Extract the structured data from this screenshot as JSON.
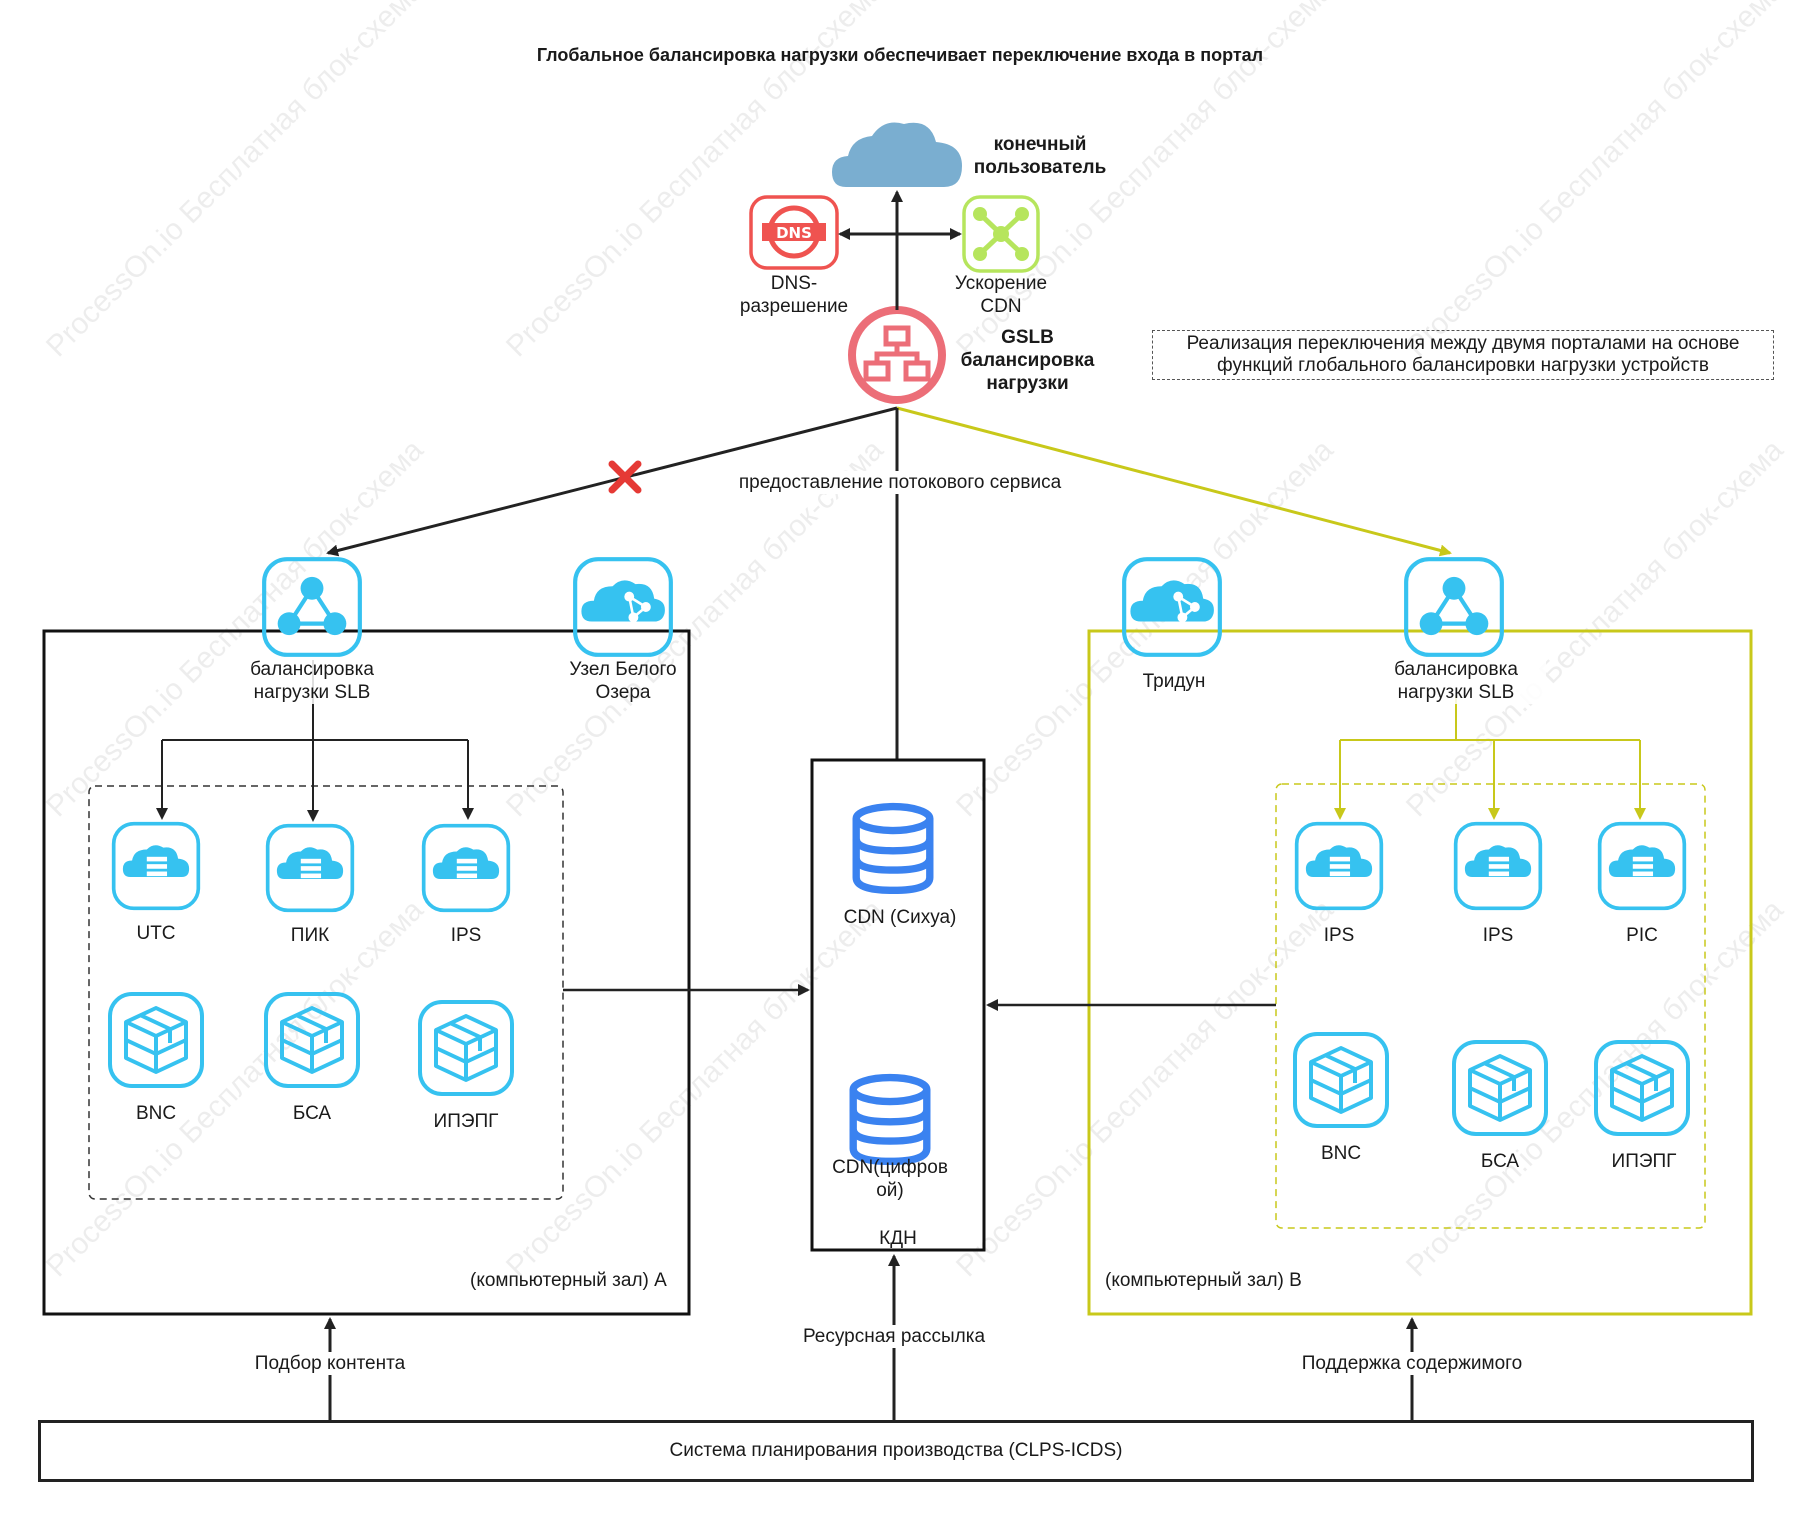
{
  "title": "Глобальное балансировка нагрузки обеспечивает переключение входа в портал",
  "end_user": "конечный пользователь",
  "dns": "DNS-разрешение",
  "cdn_accel": "Ускорение CDN",
  "gslb": "GSLB балансировка нагрузки",
  "note": "Реализация переключения между двумя порталами на основе функций глобального балансировки нагрузки устройств",
  "stream_service": "предоставление потокового сервиса",
  "hall_a": {
    "label": "(компьютерный зал) A",
    "slb": "балансировка нагрузки SLB",
    "node": "Узел Белого Озера",
    "servers": [
      "UTC",
      "ПИК",
      "IPS"
    ],
    "boxes": [
      "BNC",
      "БСА",
      "ИПЭПГ"
    ]
  },
  "hall_b": {
    "label": "(компьютерный зал) B",
    "slb": "балансировка нагрузки SLB",
    "node": "Тридун",
    "servers": [
      "IPS",
      "IPS",
      "PIC"
    ],
    "boxes": [
      "BNC",
      "БСА",
      "ИПЭПГ"
    ]
  },
  "cdn": {
    "db1": "CDN (Сихуа)",
    "db2": "CDN(цифровой)",
    "label": "КДН"
  },
  "flows": {
    "content_select": "Подбор контента",
    "resource_dist": "Ресурсная рассылка",
    "content_support": "Поддержка содержимого"
  },
  "bottom": "Система планирования производства (CLPS-ICDS)",
  "watermark": "ProcessOn.io Бесплатная блок-схема",
  "colors": {
    "dark": "#222222",
    "yellow": "#c8c81a",
    "icon_blue": "#36c2f0",
    "db_blue": "#3a82f0",
    "dns_red": "#ef5350",
    "gslb_red": "#ec6e78",
    "cdn_green": "#b6e55d",
    "cloud": "#7aaed0",
    "cross": "#e53935"
  }
}
